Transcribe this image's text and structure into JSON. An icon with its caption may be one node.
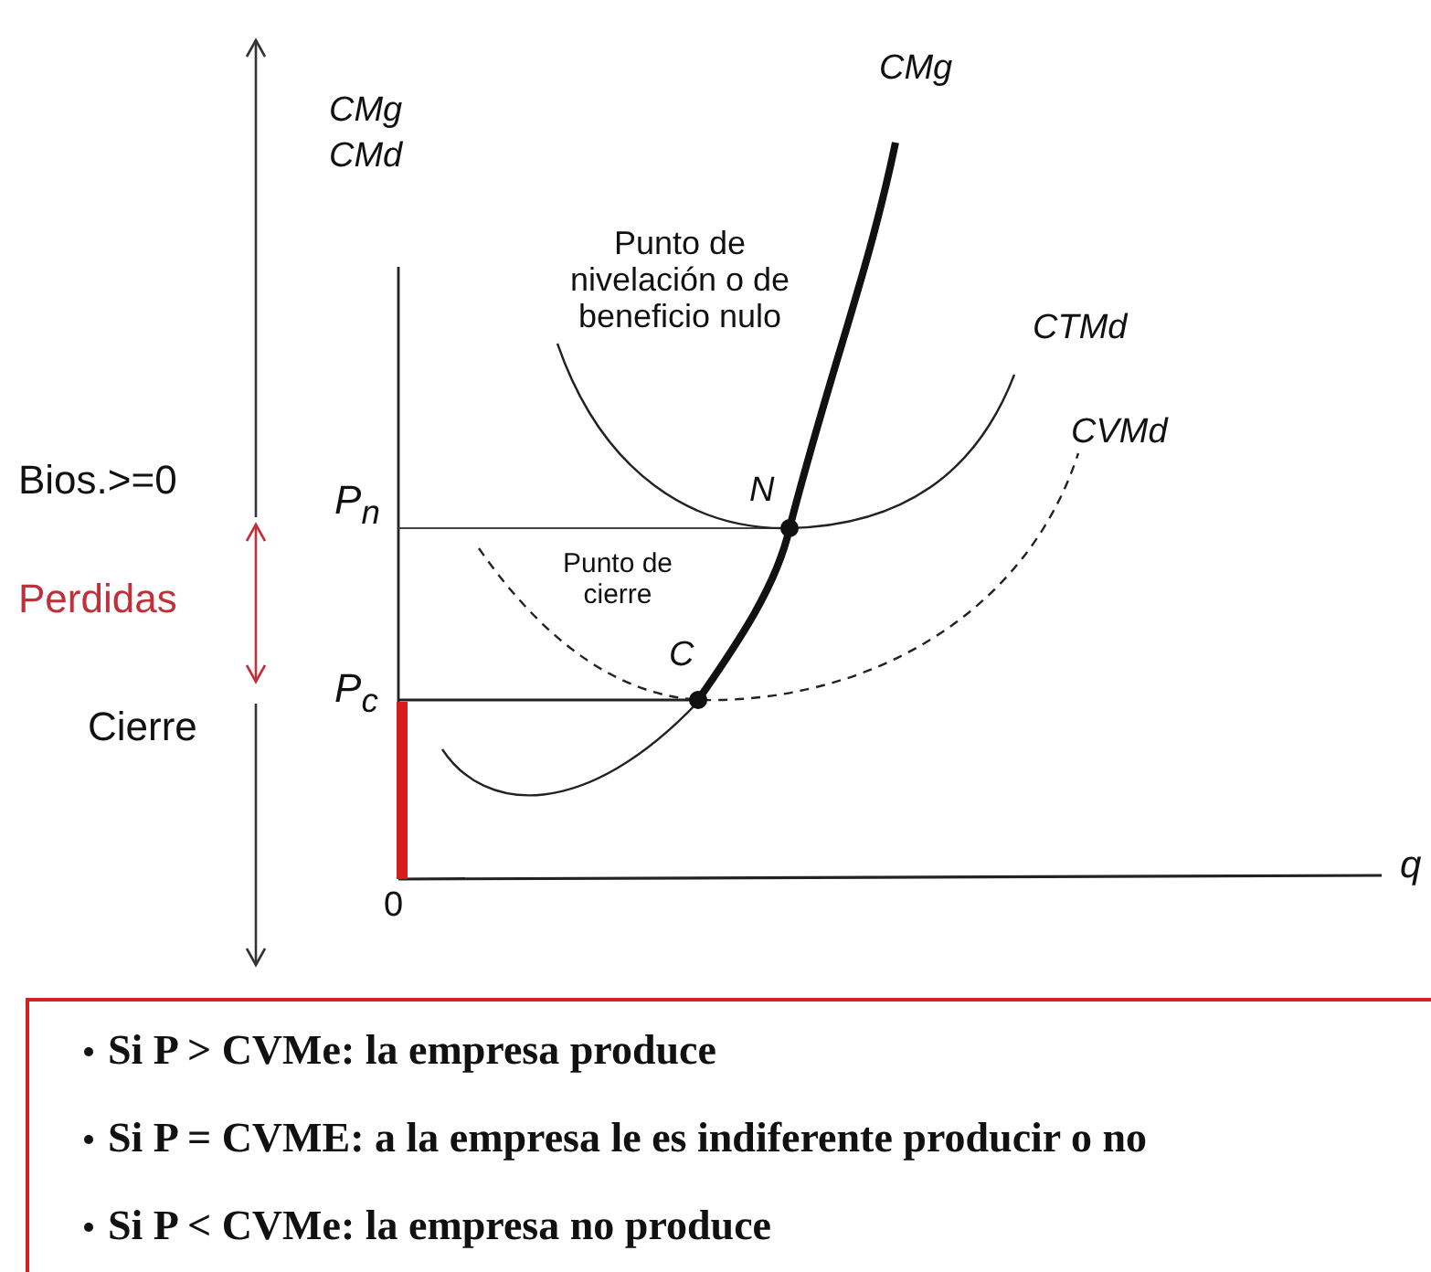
{
  "diagram": {
    "nodes": [
      {
        "text": [
          "Si P > CVMe: la empresa produce",
          "Si P = CVME: a la empresa le es indiferente producir o no",
          "Si P < CVMe: la empresa no produce"
        ]
      }
    ],
    "labels": [
      "CMg",
      "CMd",
      "CMg",
      "Punto de nivelación o de beneficio nulo",
      "CTMd",
      "CVMd",
      "Bios.>=0",
      "P$_{n}$",
      "N",
      "Perdidas",
      "Punto de cierre",
      "C",
      "Cierre",
      "P$_{c}$",
      "0",
      "q"
    ]
  }
}
